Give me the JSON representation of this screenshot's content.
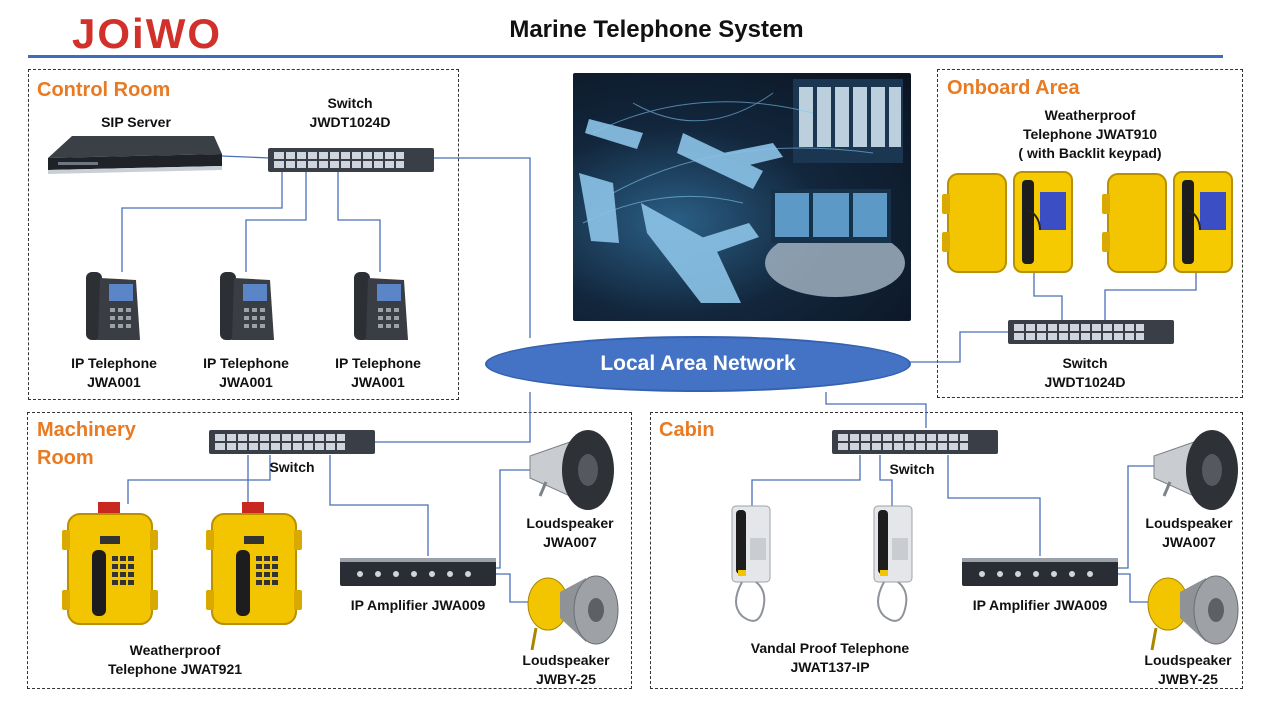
{
  "brand": {
    "logo": "JOiWO",
    "color": "#d2312b"
  },
  "title": "Marine Telephone System",
  "accent": "#4472c4",
  "zone_title_color": "#ea7a22",
  "network": {
    "label": "Local Area Network"
  },
  "zones": {
    "control_room": {
      "title": "Control Room",
      "server": "SIP Server",
      "switch": "Switch\nJWDT1024D",
      "phones": [
        "IP Telephone\nJWA001",
        "IP Telephone\nJWA001",
        "IP Telephone\nJWA001"
      ]
    },
    "onboard_area": {
      "title": "Onboard Area",
      "device": "Weatherproof\nTelephone JWAT910\n( with Backlit keypad)",
      "switch": "Switch\nJWDT1024D"
    },
    "machinery_room": {
      "title": "Machinery\nRoom",
      "switch": "Switch",
      "amplifier": "IP Amplifier JWA009",
      "speaker1": "Loudspeaker\nJWA007",
      "speaker2": "Loudspeaker\nJWBY-25",
      "phone": "Weatherproof\nTelephone JWAT921"
    },
    "cabin": {
      "title": "Cabin",
      "switch": "Switch",
      "amplifier": "IP Amplifier JWA009",
      "speaker1": "Loudspeaker\nJWA007",
      "speaker2": "Loudspeaker\nJWBY-25",
      "phone": "Vandal Proof Telephone\nJWAT137-IP"
    }
  }
}
